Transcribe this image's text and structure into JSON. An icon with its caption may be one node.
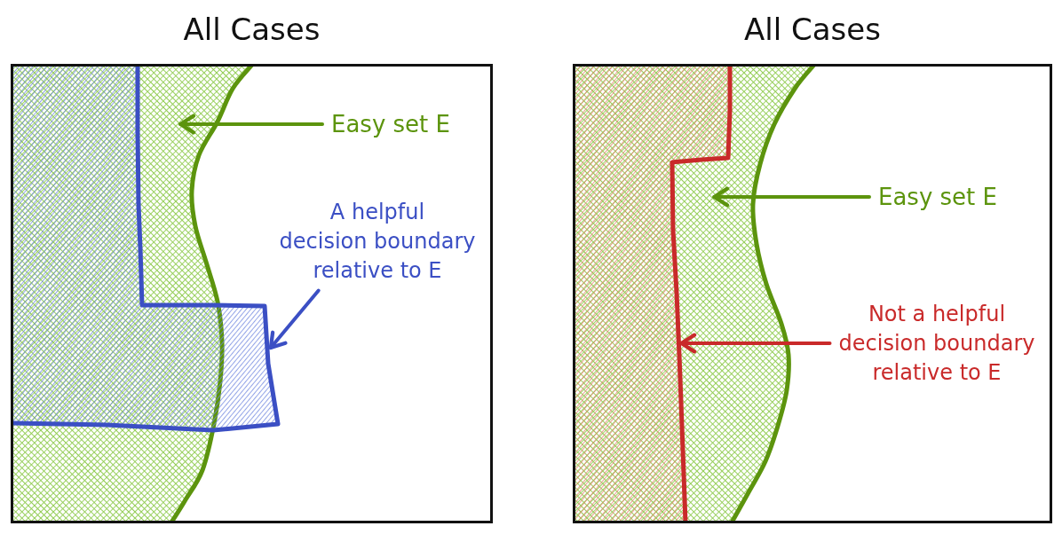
{
  "diagram": {
    "nodes": [
      {
        "text": [
          "All Cases"
        ]
      },
      {
        "text": [],
        "shape": "region",
        "in": 0
      },
      {
        "text": [],
        "shape": "region",
        "in": 0
      },
      {
        "text": [
          "Easy set E"
        ],
        "in": 0
      },
      {
        "text": [
          "A helpful decision boundary relative to E"
        ],
        "in": 0
      },
      {
        "text": [
          "All Cases"
        ]
      },
      {
        "text": [],
        "shape": "region",
        "in": 5
      },
      {
        "text": [],
        "shape": "region",
        "in": 6
      },
      {
        "text": [
          "Easy set E"
        ],
        "in": 5
      },
      {
        "text": [
          "Not a helpful decision boundary relative to E"
        ],
        "in": 5
      }
    ],
    "edges": [
      {
        "from": 3,
        "to": 1,
        "arrow": "to"
      },
      {
        "from": 4,
        "to": 2,
        "arrow": "to",
        "color": "#3b4fc4"
      },
      {
        "from": 8,
        "to": 6,
        "arrow": "to"
      },
      {
        "from": 9,
        "to": 7,
        "arrow": "to",
        "color": "#c92a2a"
      }
    ]
  }
}
